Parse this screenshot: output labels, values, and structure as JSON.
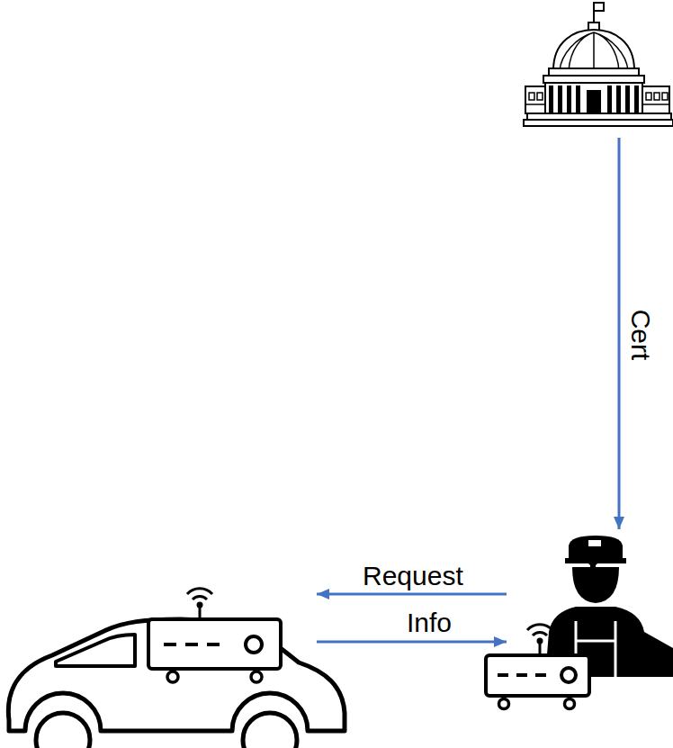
{
  "diagram": {
    "nodes": [
      {
        "text": []
      },
      {
        "text": []
      },
      {
        "text": []
      }
    ],
    "edges": [
      {
        "from": 0,
        "to": 2,
        "label": "Cert",
        "arrow": "to"
      },
      {
        "from": 2,
        "to": 1,
        "label": "Request",
        "arrow": "to"
      },
      {
        "from": 1,
        "to": 2,
        "label": "Info",
        "arrow": "to"
      }
    ]
  }
}
